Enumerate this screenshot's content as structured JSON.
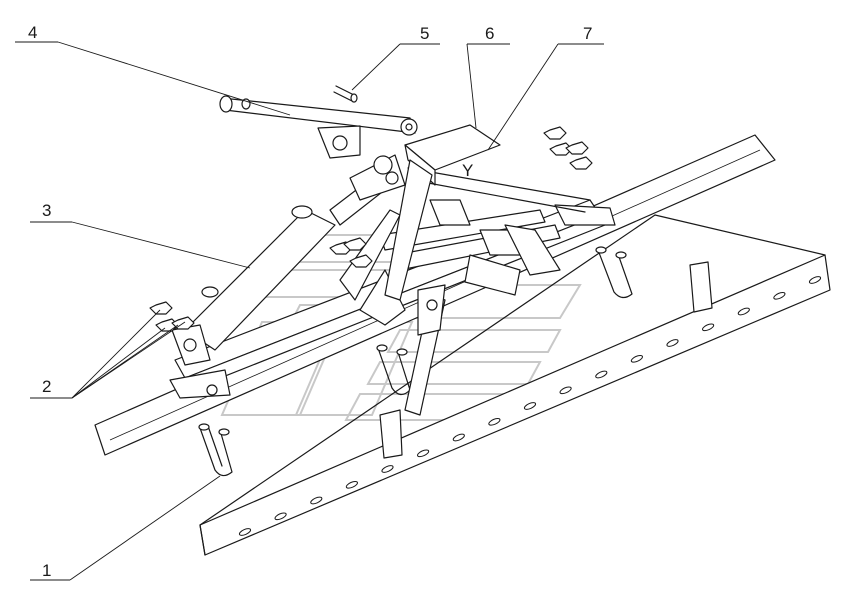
{
  "callouts": [
    {
      "id": "c1",
      "label": "1"
    },
    {
      "id": "c2",
      "label": "2"
    },
    {
      "id": "c3",
      "label": "3"
    },
    {
      "id": "c4",
      "label": "4"
    },
    {
      "id": "c5",
      "label": "5"
    },
    {
      "id": "c6",
      "label": "6"
    },
    {
      "id": "c7",
      "label": "7"
    }
  ],
  "bracket_mark": "Y",
  "watermark": {
    "name": "logo-watermark",
    "color": "#c8c8c8"
  },
  "colors": {
    "line": "#1a1a1a",
    "background": "#ffffff"
  }
}
